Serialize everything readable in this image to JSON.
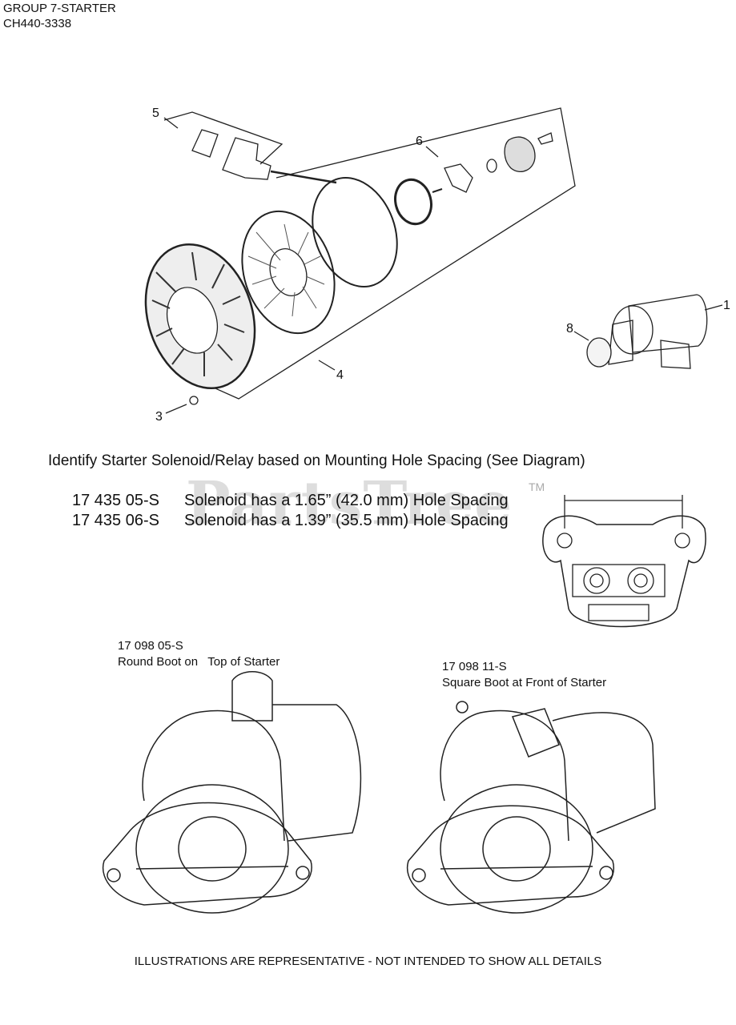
{
  "header": {
    "group": "GROUP 7-STARTER",
    "model": "CH440-3338"
  },
  "callouts": {
    "c1": "1",
    "c3": "3",
    "c4": "4",
    "c5": "5",
    "c6": "6",
    "c8": "8"
  },
  "identify_text": "Identify Starter Solenoid/Relay based on Mounting Hole Spacing (See Diagram)",
  "solenoids": [
    {
      "part": "17 435 05-S",
      "desc": "Solenoid has a 1.65” (42.0 mm) Hole Spacing"
    },
    {
      "part": "17 435 06-S",
      "desc": "Solenoid has a 1.39” (35.5 mm) Hole Spacing"
    }
  ],
  "watermark": {
    "text": "PartsTree",
    "tm": "TM"
  },
  "boots": [
    {
      "part": "17 098 05-S",
      "desc": "Round Boot on   Top of Starter"
    },
    {
      "part": "17 098 11-S",
      "desc": "Square Boot at Front of Starter"
    }
  ],
  "footer": "ILLUSTRATIONS ARE REPRESENTATIVE - NOT INTENDED TO SHOW ALL DETAILS"
}
